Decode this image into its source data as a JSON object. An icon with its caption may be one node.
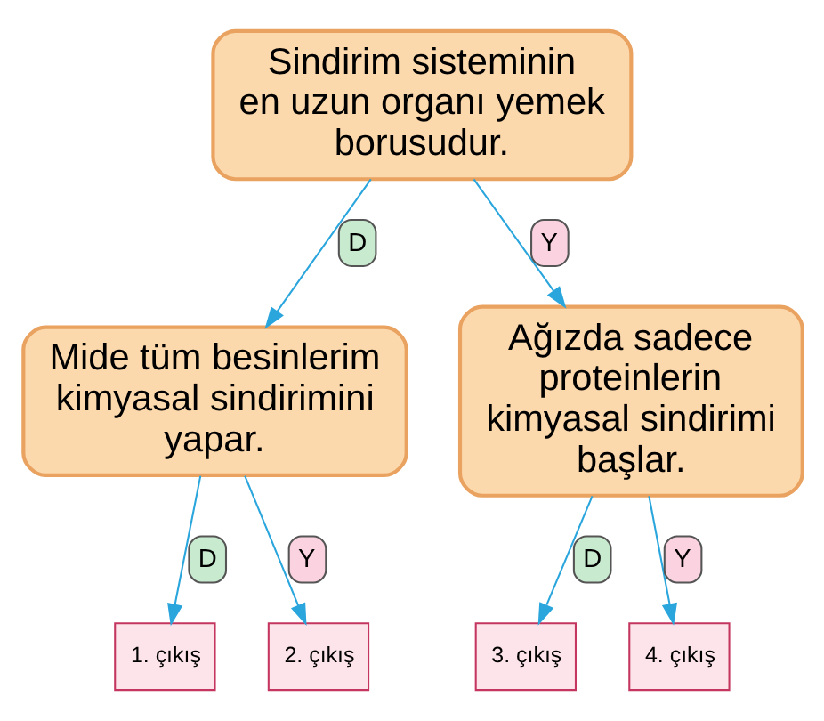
{
  "diagram": {
    "nodes": [
      {
        "text": [
          "Sindirim sisteminin en uzun organı yemek borusudur."
        ]
      },
      {
        "text": [
          "Mide tüm besinlerim kimyasal sindirimini yapar."
        ]
      },
      {
        "text": [
          "Ağızda sadece proteinlerin kimyasal sindirimi başlar."
        ]
      },
      {
        "text": [
          "1. çıkış"
        ]
      },
      {
        "text": [
          "2. çıkış"
        ]
      },
      {
        "text": [
          "3. çıkış"
        ]
      },
      {
        "text": [
          "4. çıkış"
        ]
      }
    ],
    "edges": [
      {
        "from": 0,
        "to": 1,
        "arrow": "to",
        "label": "D"
      },
      {
        "from": 0,
        "to": 2,
        "arrow": "to",
        "label": "Y"
      },
      {
        "from": 1,
        "to": 3,
        "arrow": "to",
        "label": "D"
      },
      {
        "from": 1,
        "to": 4,
        "arrow": "to",
        "label": "Y"
      },
      {
        "from": 2,
        "to": 5,
        "arrow": "to",
        "label": "D"
      },
      {
        "from": 2,
        "to": 6,
        "arrow": "to",
        "label": "Y"
      }
    ]
  }
}
